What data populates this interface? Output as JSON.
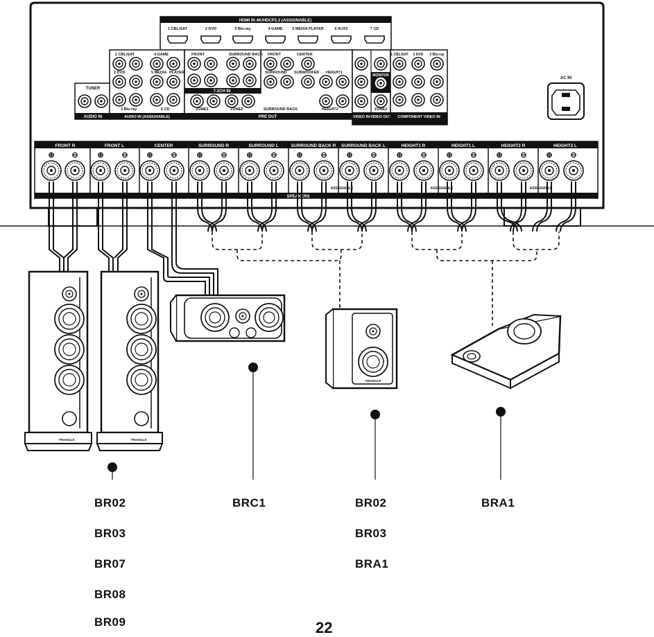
{
  "receiver": {
    "hdmi_header": "HDMI IN  4K/HDCP2.2 (ASSIGNABLE)",
    "hdmi_inputs": [
      "1 CBL/SAT",
      "2 DVD",
      "3 Blu-ray",
      "4 GAME",
      "5 MEDIA PLAYER",
      "6 AUX2",
      "7 CD"
    ],
    "audio_in_label": "AUDIO IN",
    "tuner_label": "TUNER",
    "audio_in_assignable": "AUDIO IN (ASSIGNABLE)",
    "audio_in_top": [
      "1 CBL/SAT",
      "4 GAME"
    ],
    "audio_in_mid": [
      "2 DVD",
      "5 MEDIA",
      "PLAYER"
    ],
    "audio_in_bot": [
      "3 Blu-ray",
      "6 CD"
    ],
    "seven_one_in": "7.1CH IN",
    "pre_out_label": "PRE OUT",
    "pre_out_items": [
      "FRONT",
      "SURROUND BACK",
      "FRONT",
      "CENTER",
      "SURROUND",
      "SUBWOOFER",
      "HEIGHT1",
      "ZONE3",
      "ZONE2",
      "SURROUND BACK",
      "HEIGHT2"
    ],
    "video_in_label": "VIDEO IN",
    "video_out_label": "VIDEO OUT",
    "monitor_label": "MONITOR",
    "zone2_label": "ZONE2",
    "component_label": "COMPONENT VIDEO IN",
    "component_inputs": [
      "1 CBL/SAT",
      "2 DVD",
      "3 Blu-ray"
    ],
    "ac_in_label": "AC IN",
    "speakers_label": "SPEAKERS",
    "assignable_label": "ASSIGNABLE",
    "speaker_channels": [
      "FRONT R",
      "FRONT L",
      "CENTER",
      "SURROUND R",
      "SURROUND L",
      "SURROUND BACK R",
      "SURROUND BACK L",
      "HEIGHT1 R",
      "HEIGHT1 L",
      "HEIGHT2 R",
      "HEIGHT2 L"
    ]
  },
  "speakers": {
    "brand": "TRIANGLE"
  },
  "model_groups": [
    {
      "models": [
        "BR02",
        "BR03",
        "BR07",
        "BR08",
        "BR09"
      ]
    },
    {
      "models": [
        "BRC1"
      ]
    },
    {
      "models": [
        "BR02",
        "BR03",
        "BRA1"
      ]
    },
    {
      "models": [
        "BRA1"
      ]
    }
  ],
  "page_number": "22"
}
